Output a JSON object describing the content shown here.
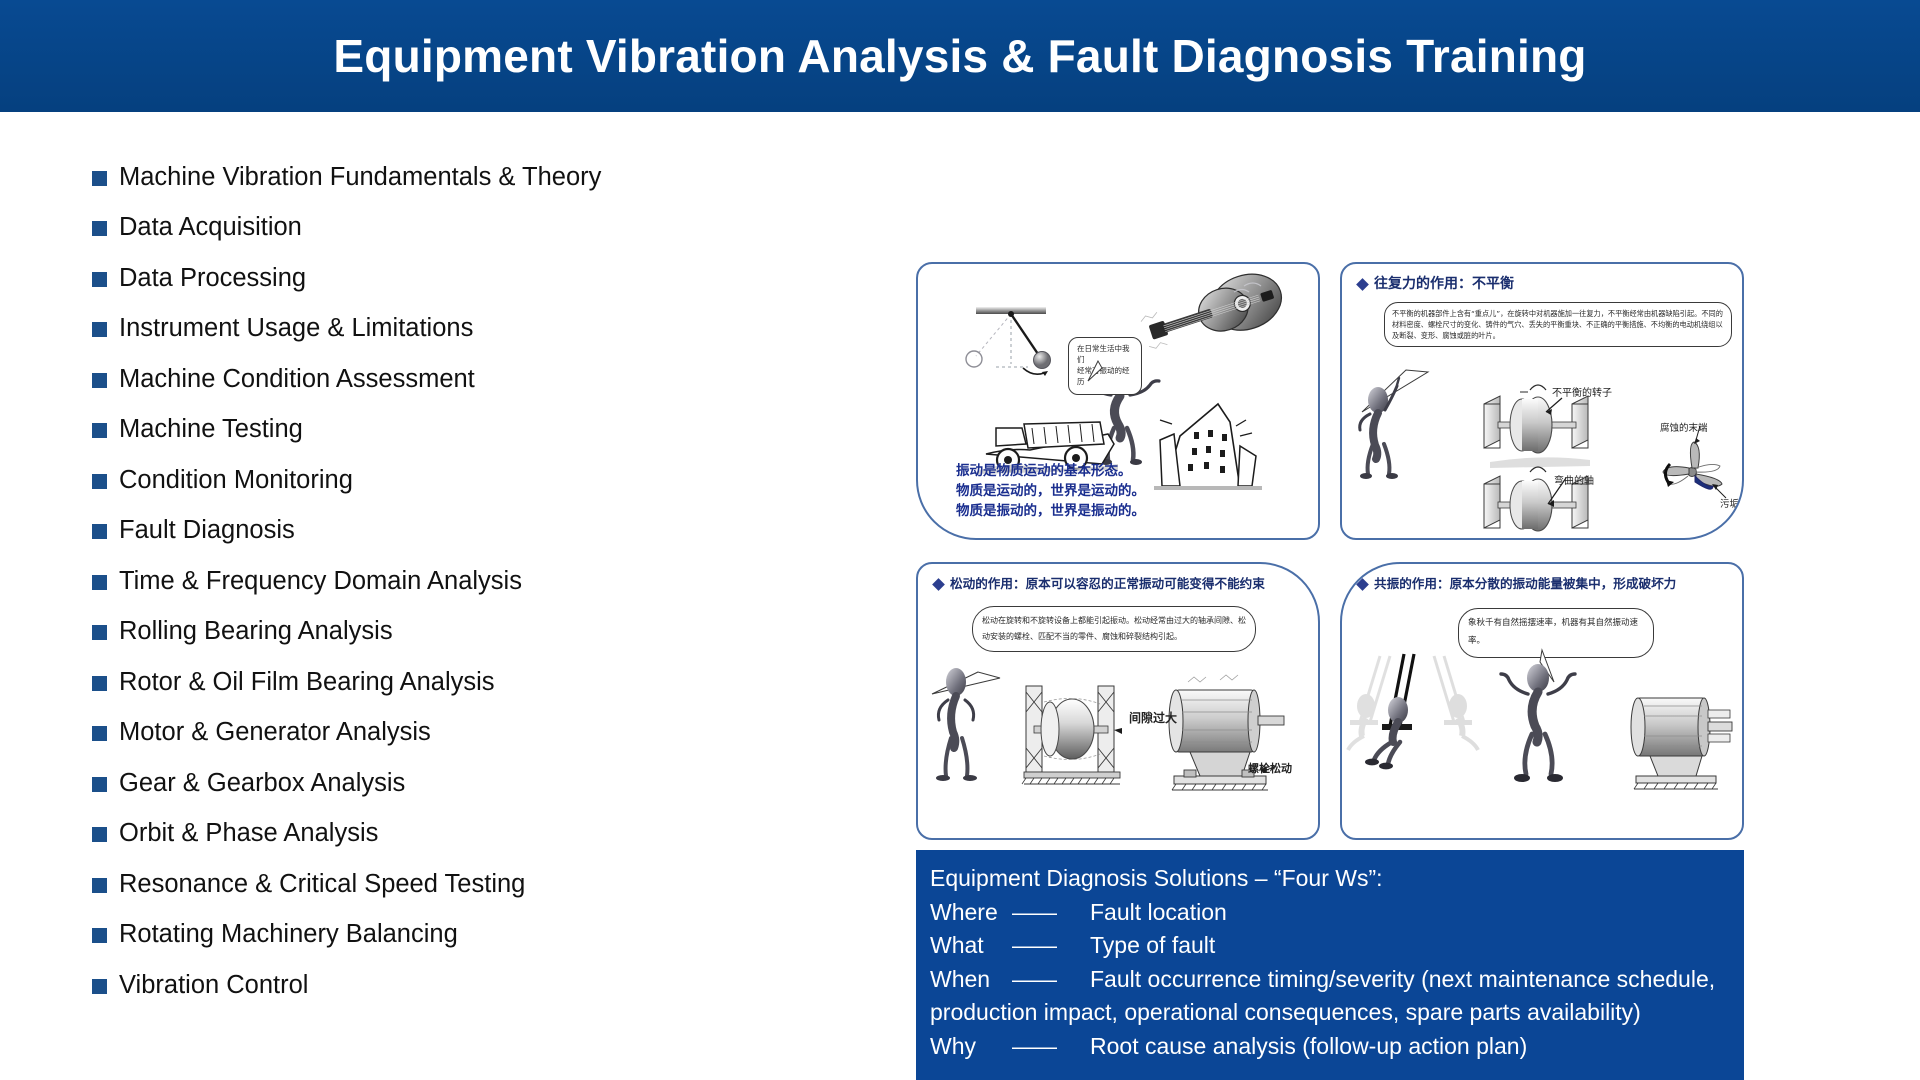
{
  "header": {
    "title": "Equipment Vibration Analysis & Fault Diagnosis Training",
    "background_color": "#08458c",
    "text_color": "#ffffff"
  },
  "topics": {
    "bullet_color": "#1b4f8a",
    "items": [
      {
        "label": "Machine Vibration Fundamentals & Theory"
      },
      {
        "label": "Data Acquisition"
      },
      {
        "label": "Data Processing"
      },
      {
        "label": "Instrument Usage & Limitations"
      },
      {
        "label": "Machine Condition Assessment"
      },
      {
        "label": "Machine Testing"
      },
      {
        "label": "Condition Monitoring"
      },
      {
        "label": "Fault Diagnosis"
      },
      {
        "label": "Time & Frequency Domain Analysis"
      },
      {
        "label": "Rolling Bearing Analysis"
      },
      {
        "label": "Rotor & Oil Film Bearing Analysis"
      },
      {
        "label": "Motor & Generator Analysis"
      },
      {
        "label": "Gear & Gearbox Analysis"
      },
      {
        "label": "Orbit & Phase Analysis"
      },
      {
        "label": "Resonance & Critical Speed Testing"
      },
      {
        "label": "Rotating Machinery Balancing"
      },
      {
        "label": "Vibration Control"
      }
    ]
  },
  "illustrations": {
    "border_color": "#4a6fa8",
    "panels": [
      {
        "id": "vibration-basics",
        "heading": "",
        "speech_bubble": "在日常生活中我们\n经常有振动的经历",
        "caption_lines": [
          "振动是物质运动的基本形态。",
          "物质是运动的，世界是运动的。",
          "物质是振动的，世界是振动的。"
        ]
      },
      {
        "id": "imbalance",
        "heading": "往复力的作用：不平衡",
        "speech_bubble": "不平衡的机器部件上含有“重点儿”，在旋转中对机器施加一往复力，不平衡经常由机器缺陷引起。不同的材料密度、螺栓尺寸的变化、铸件的气穴、丢失的平衡重块、不正确的平衡措施、不均衡的电动机绕组以及断裂、变形、腐蚀或脏的叶片。",
        "labels": [
          "不平衡的转子",
          "弯曲的轴",
          "腐蚀的末端",
          "污垢"
        ]
      },
      {
        "id": "looseness",
        "heading": "松动的作用：原本可以容忍的正常振动可能变得不能约束",
        "speech_bubble": "松动在旋转和不旋转设备上都能引起振动。松动经常由过大的轴承间隙、松动安装的螺栓、匹配不当的零件、腐蚀和碎裂结构引起。",
        "labels": [
          "间隙过大",
          "螺栓松动"
        ]
      },
      {
        "id": "resonance",
        "heading": "共振的作用：原本分散的振动能量被集中，形成破坏力",
        "speech_bubble": "象秋千有自然摇摆速率，机器有其自然振动速率。",
        "labels": []
      }
    ]
  },
  "diagnosis_box": {
    "background_color": "#0b4696",
    "text_color": "#ffffff",
    "title": "Equipment Diagnosis Solutions – “Four Ws”:",
    "rows": [
      {
        "term": "Where",
        "dash": "——",
        "desc": "Fault location"
      },
      {
        "term": "What",
        "dash": "——",
        "desc": "Type of fault"
      },
      {
        "term": "When",
        "dash": "——",
        "desc": "Fault occurrence timing/severity (next maintenance schedule, production impact, operational consequences, spare parts availability)"
      },
      {
        "term": "Why",
        "dash": "——",
        "desc": "Root cause analysis (follow-up action plan)"
      }
    ]
  }
}
